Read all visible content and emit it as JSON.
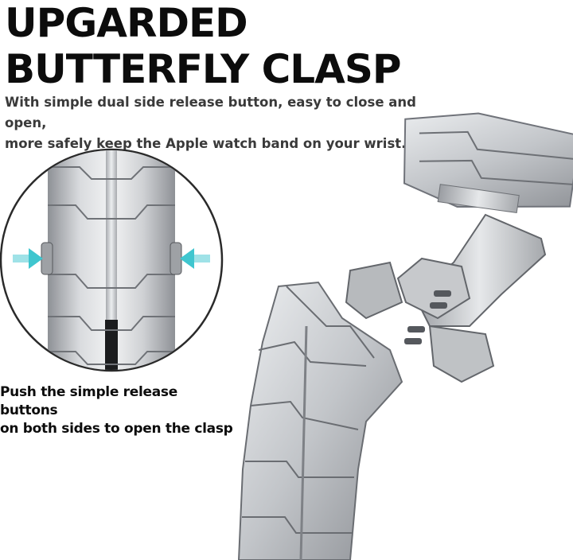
{
  "headline": {
    "line1": "UPGARDED",
    "line2": "BUTTERFLY CLASP"
  },
  "subtitle": {
    "line1": "With simple dual side release button, easy to close and open,",
    "line2": "more safely keep the Apple watch band on your wrist."
  },
  "caption": {
    "line1": "Push the simple release buttons",
    "line2": "on both sides to open the clasp"
  },
  "colors": {
    "accent_arrow": "#3fc6cf",
    "steel_light": "#e2e3e5",
    "steel_mid": "#b8babd",
    "steel_dark": "#7d8085",
    "text": "#0c0c0c"
  },
  "icons": [
    "press-arrow-left-icon",
    "press-arrow-right-icon"
  ]
}
